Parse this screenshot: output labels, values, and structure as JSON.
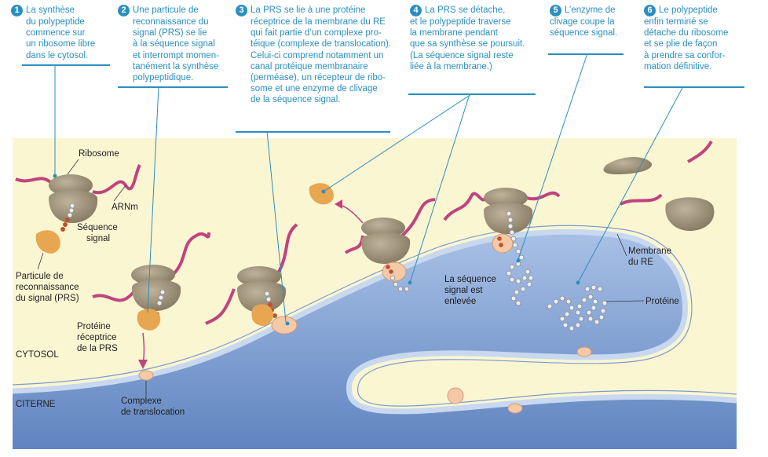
{
  "steps": [
    {
      "num": "1",
      "lines": [
        "La synthèse",
        "du polypeptide",
        "commence sur",
        "un ribosome libre",
        "dans le cytosol."
      ]
    },
    {
      "num": "2",
      "lines": [
        "Une particule de",
        "reconnaissance du",
        "signal (PRS) se lie",
        "à la séquence signal",
        "et interrompt momen-",
        "tanément la synthèse",
        "polypeptidique."
      ]
    },
    {
      "num": "3",
      "lines": [
        "La PRS se lie à une protéine",
        "réceptrice de la membrane du RE",
        "qui fait partie d’un complexe pro-",
        "téique (complexe de translocation).",
        "Celui-ci comprend notamment un",
        "canal protéique membranaire",
        "(perméase), un récepteur de ribo-",
        "some et une enzyme de clivage",
        "de la séquence signal."
      ]
    },
    {
      "num": "4",
      "lines": [
        "La PRS se détache,",
        "et le polypeptide traverse",
        "la membrane pendant",
        "que sa synthèse se poursuit.",
        "(La séquence signal reste",
        "liée à la membrane.)"
      ]
    },
    {
      "num": "5",
      "lines": [
        "L’enzyme de",
        "clivage coupe la",
        "séquence signal."
      ]
    },
    {
      "num": "6",
      "lines": [
        "Le polypeptide",
        "enfin terminé se",
        "détache du ribosome",
        "et se plie de façon",
        "à prendre sa confor-",
        "mation définitive."
      ]
    }
  ],
  "labels": {
    "ribosome": "Ribosome",
    "arnm": "ARNm",
    "sequence_signal": [
      "Séquence",
      "signal"
    ],
    "prs": [
      "Particule de",
      "reconnaissance",
      "du signal (PRS)"
    ],
    "proteine_receptrice": [
      "Protéine",
      "réceptrice",
      "de la PRS"
    ],
    "cytosol": "CYTOSOL",
    "citerne": "CITERNE",
    "complexe": [
      "Complexe",
      "de translocation"
    ],
    "sequence_enlevee": [
      "La séquence",
      "signal est",
      "enlevée"
    ],
    "membrane_re": [
      "Membrane",
      "du RE"
    ],
    "proteine": "Protéine"
  },
  "colors": {
    "cytosol": "#fbf6d2",
    "lumen": "#7d9fd0",
    "membrane": "#a9c1e6",
    "ribosome": "#9a8d75",
    "mrna": "#c0437f",
    "prs": "#e8a650",
    "beads": "#e9edf4",
    "signal": "#c2502e",
    "accent": "#2a8fc0"
  }
}
